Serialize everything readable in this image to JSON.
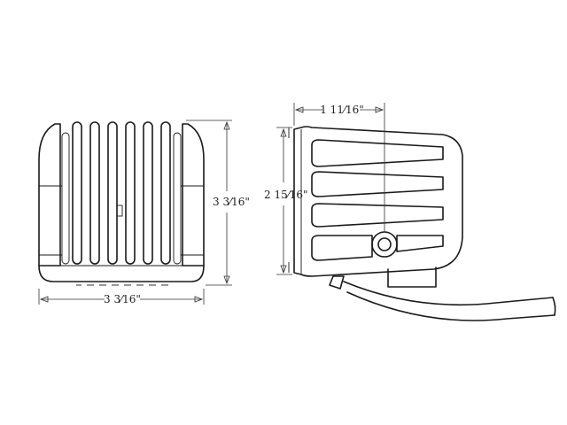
{
  "diagram": {
    "front_view": {
      "width_label": "3 3⁄16\"",
      "height_label": "3 3⁄16\""
    },
    "side_view": {
      "depth_label": "1 11⁄16\"",
      "height_label": "2 15⁄16\""
    }
  }
}
